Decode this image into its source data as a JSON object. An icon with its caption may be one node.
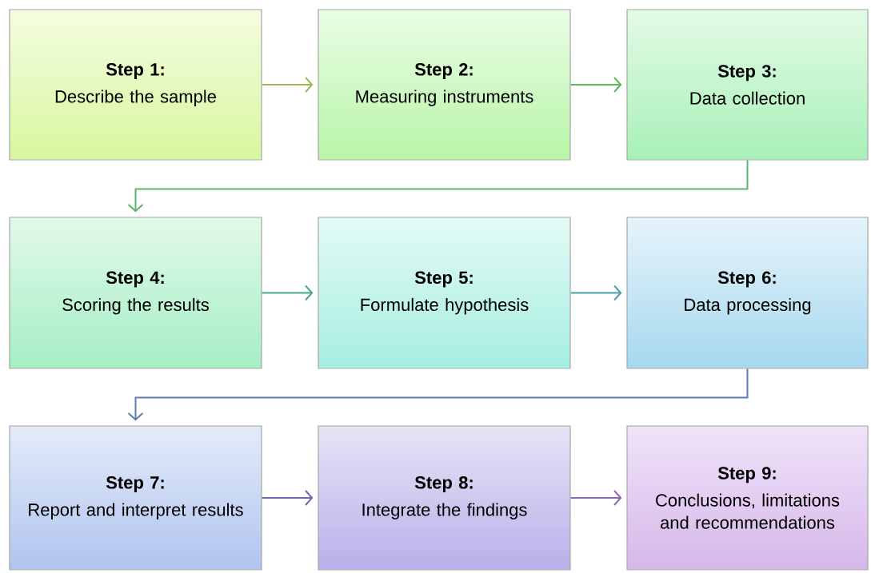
{
  "diagram": {
    "nodes": [
      {
        "text": [
          "Step 1:",
          "Describe the sample"
        ]
      },
      {
        "text": [
          "Step 2:",
          "Measuring instruments"
        ]
      },
      {
        "text": [
          "Step 3:",
          "Data collection"
        ]
      },
      {
        "text": [
          "Step 4:",
          "Scoring the results"
        ]
      },
      {
        "text": [
          "Step 5:",
          "Formulate hypothesis"
        ]
      },
      {
        "text": [
          "Step 6:",
          "Data processing"
        ]
      },
      {
        "text": [
          "Step 7:",
          "Report and interpret results"
        ]
      },
      {
        "text": [
          "Step 8:",
          "Integrate the findings"
        ]
      },
      {
        "text": [
          "Step 9:",
          "Conclusions, limitations and recommendations"
        ]
      }
    ],
    "edges": [
      {
        "from": 0,
        "to": 1,
        "arrow": "to",
        "color": "#9bbb59"
      },
      {
        "from": 1,
        "to": 2,
        "arrow": "to",
        "color": "#5cb85c"
      },
      {
        "from": 2,
        "to": 3,
        "arrow": "to",
        "color": "#5cb86a"
      },
      {
        "from": 3,
        "to": 4,
        "arrow": "to",
        "color": "#4aa58f"
      },
      {
        "from": 4,
        "to": 5,
        "arrow": "to",
        "color": "#4aa0a5"
      },
      {
        "from": 5,
        "to": 6,
        "arrow": "to",
        "color": "#5b7fb0"
      },
      {
        "from": 6,
        "to": 7,
        "arrow": "to",
        "color": "#6a6ab0"
      },
      {
        "from": 7,
        "to": 8,
        "arrow": "to",
        "color": "#8a6ab0"
      }
    ]
  }
}
